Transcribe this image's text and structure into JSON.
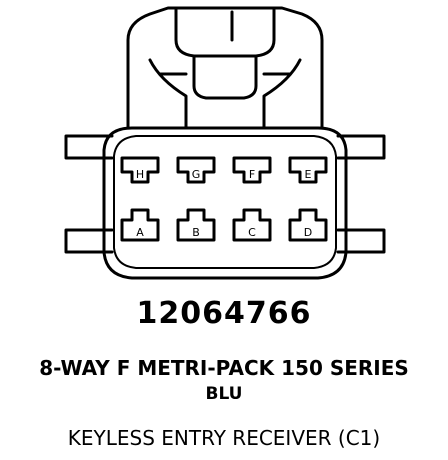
{
  "connector": {
    "part_number": "12064766",
    "series": "8-WAY F METRI-PACK 150 SERIES",
    "color": "BLU",
    "name": "KEYLESS ENTRY RECEIVER (C1)",
    "pins_top": [
      "H",
      "G",
      "F",
      "E"
    ],
    "pins_bottom": [
      "A",
      "B",
      "C",
      "D"
    ],
    "line_color": "#000000",
    "background": "#ffffff"
  }
}
